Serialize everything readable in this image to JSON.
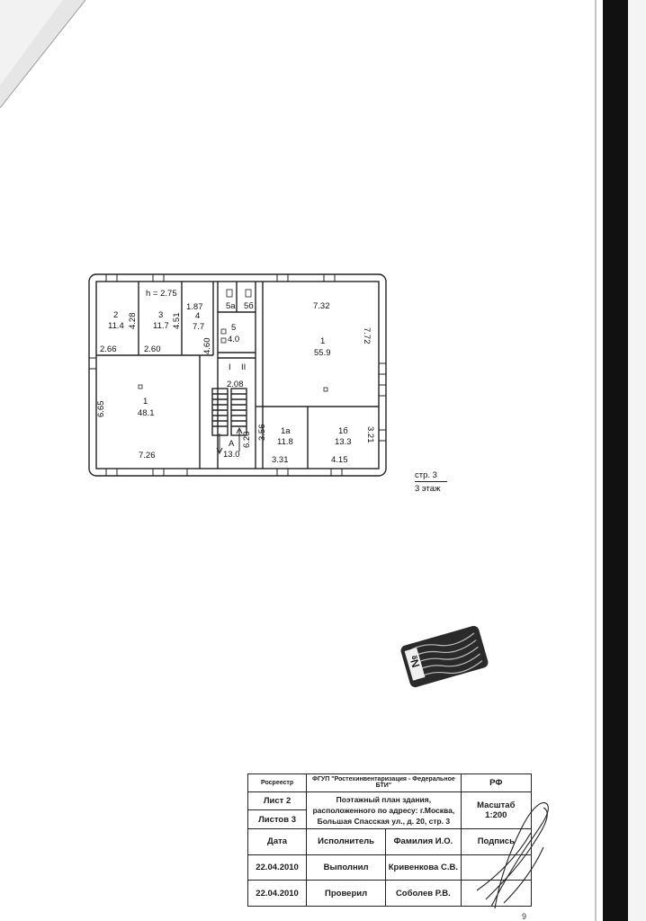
{
  "floor_plan": {
    "ceiling_height": "h = 2.75",
    "rooms": [
      {
        "id": "2",
        "area": "11.4",
        "dim": "4.28"
      },
      {
        "id": "3",
        "area": "11.7",
        "dim": "4.51"
      },
      {
        "id": "4",
        "area": "7.7",
        "dim_top": "1.87",
        "dim": "4.60"
      },
      {
        "id": "5a",
        "id2": "5б"
      },
      {
        "id": "5",
        "area": "4.0"
      },
      {
        "id": "1",
        "area": "48.1",
        "dim_side": "6.65",
        "dim_bottom": "7.26"
      },
      {
        "id": "1",
        "area": "55.9",
        "dim_top": "7.32",
        "dim_side": "7.72"
      },
      {
        "id": "1a",
        "area": "11.8",
        "dim_side": "3.56",
        "dim_bottom": "3.31"
      },
      {
        "id": "1б",
        "area": "13.3",
        "dim_side": "3.21",
        "dim_bottom": "4.15"
      },
      {
        "id": "A",
        "area": "13.0",
        "dim_side": "6.23"
      }
    ],
    "dims": {
      "d266": "2.66",
      "d260": "2.60",
      "d208": "2.08"
    },
    "markers": {
      "roman1": "I",
      "roman2": "II"
    }
  },
  "sheet_ref": {
    "line1": "стр. 3",
    "line2": "3 этаж"
  },
  "stamp": {
    "org_left": "Росреестр",
    "org_center": "ФГУП \"Ростехинвентаризация - Федеральное БТИ\"",
    "org_right": "РФ",
    "sheet_label": "Лист 2",
    "sheets_label": "Листов 3",
    "title_line1": "Поэтажный план здания,",
    "title_line2": "расположенного по адресу:  г.Москва,",
    "title_line3": "Большая Спасская ул., д. 20, стр. 3",
    "scale_label": "Масштаб",
    "scale_value": "1:200",
    "col_date": "Дата",
    "col_exec": "Исполнитель",
    "col_name": "Фамилия И.О.",
    "col_sign": "Подпись",
    "row1_date": "22.04.2010",
    "row1_role": "Выполнил",
    "row1_name": "Кривенкова С.В.",
    "row2_date": "22.04.2010",
    "row2_role": "Проверил",
    "row2_name": "Соболев Р.В."
  },
  "seal_text": "№",
  "page_number": "9",
  "colors": {
    "line": "#222222",
    "dark_edge": "#111111"
  }
}
